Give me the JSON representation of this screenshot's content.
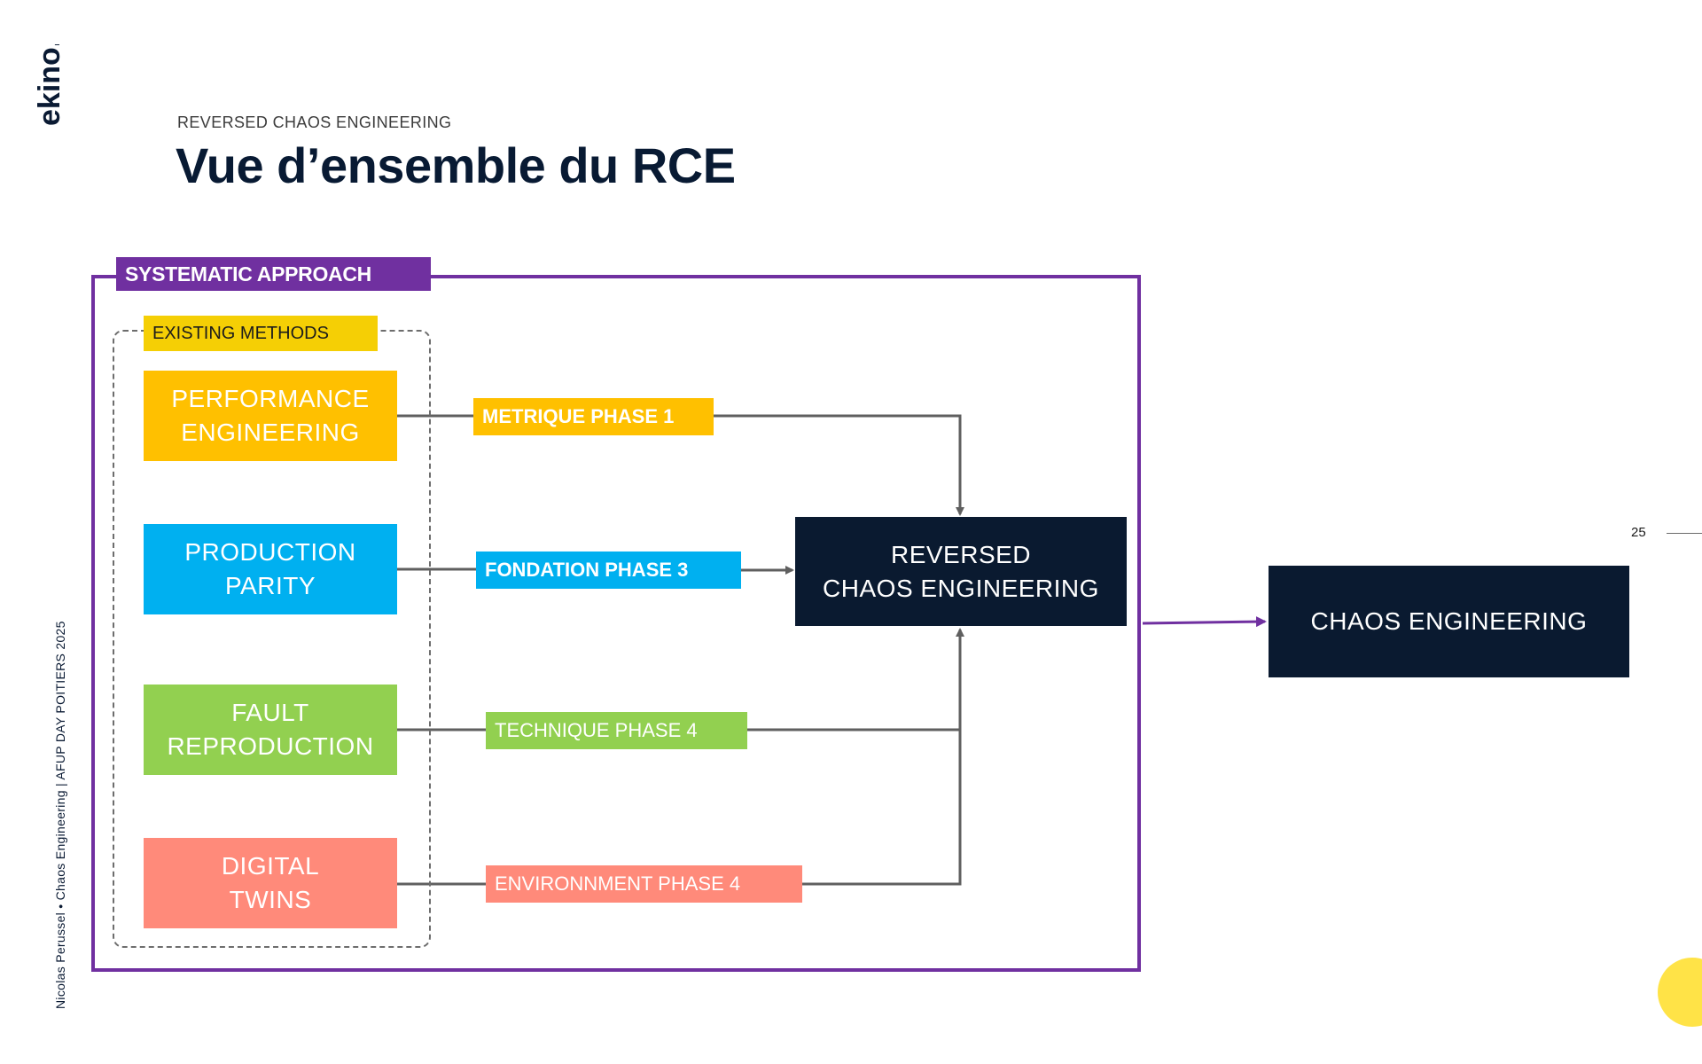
{
  "brand": {
    "logo_text": "ekino.",
    "logo_color": "#0a1a33"
  },
  "header": {
    "kicker": "REVERSED CHAOS ENGINEERING",
    "title": "Vue d’ensemble du RCE"
  },
  "footer": {
    "side_caption": "Nicolas Perussel • Chaos Engineering  |  AFUP DAY POITIERS 2025",
    "page_number": "25"
  },
  "diagram": {
    "approach_label": "SYSTEMATIC APPROACH",
    "existing_label": "EXISTING METHODS",
    "methods": [
      {
        "lines": [
          "PERFORMANCE",
          "ENGINEERING"
        ],
        "color": "#ffc000"
      },
      {
        "lines": [
          "PRODUCTION",
          "PARITY"
        ],
        "color": "#00b0f0"
      },
      {
        "lines": [
          "FAULT",
          "REPRODUCTION"
        ],
        "color": "#92d050"
      },
      {
        "lines": [
          "DIGITAL",
          "TWINS"
        ],
        "color": "#ff8a7a"
      }
    ],
    "phases": [
      {
        "label": "METRIQUE PHASE 1",
        "color": "#ffc000"
      },
      {
        "label": "FONDATION PHASE 3",
        "color": "#00b0f0"
      },
      {
        "label": "TECHNIQUE PHASE 4",
        "color": "#92d050"
      },
      {
        "label": "ENVIRONNMENT PHASE 4",
        "color": "#ff8a7a"
      }
    ],
    "rce_box": {
      "lines": [
        "REVERSED",
        "CHAOS ENGINEERING"
      ]
    },
    "ce_box": {
      "label": "CHAOS ENGINEERING"
    },
    "colors": {
      "approach": "#7030a0",
      "existing": "#f5cf05",
      "target": "#0a1a30",
      "accent_circle": "#ffe347"
    }
  }
}
